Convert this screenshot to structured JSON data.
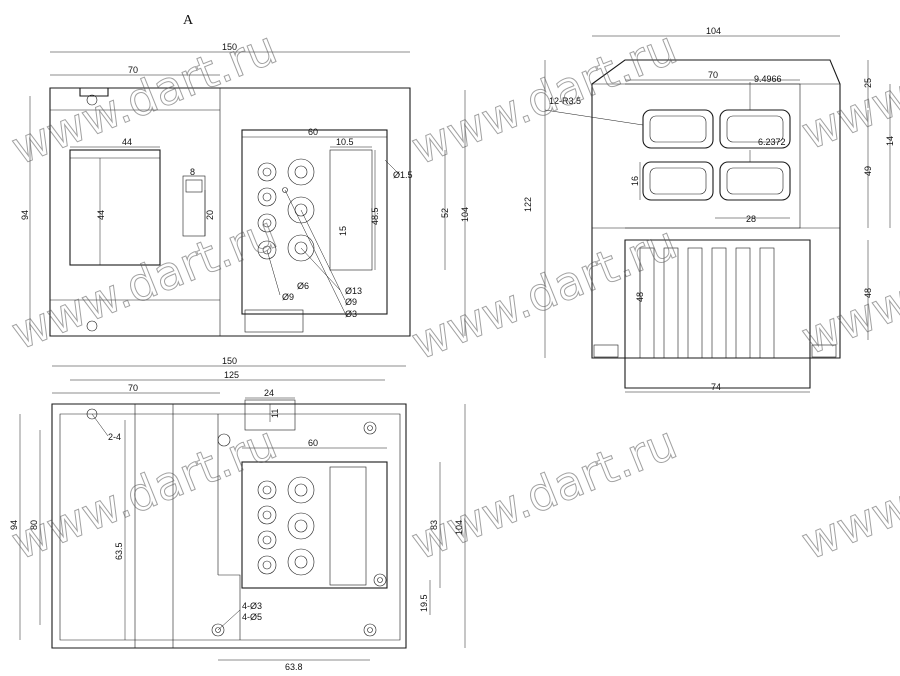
{
  "view_label": "A",
  "watermark": "www.dart.ru",
  "front_view": {
    "dims": [
      "150",
      "70",
      "60",
      "10.5",
      "Ø1.5",
      "44",
      "8",
      "94",
      "44",
      "20",
      "48.5",
      "52",
      "104",
      "15",
      "Ø6",
      "Ø9",
      "Ø13",
      "Ø9",
      "Ø3"
    ]
  },
  "side_view": {
    "dims": [
      "104",
      "70",
      "9.4966",
      "12-R3.5",
      "6.2372",
      "16",
      "28",
      "25",
      "14",
      "49",
      "122",
      "48",
      "48",
      "74"
    ]
  },
  "back_view": {
    "dims": [
      "150",
      "125",
      "70",
      "24",
      "11",
      "60",
      "2-4",
      "94",
      "80",
      "63.5",
      "83",
      "104",
      "19.5",
      "4-Ø3",
      "4-Ø5",
      "63.8"
    ]
  }
}
